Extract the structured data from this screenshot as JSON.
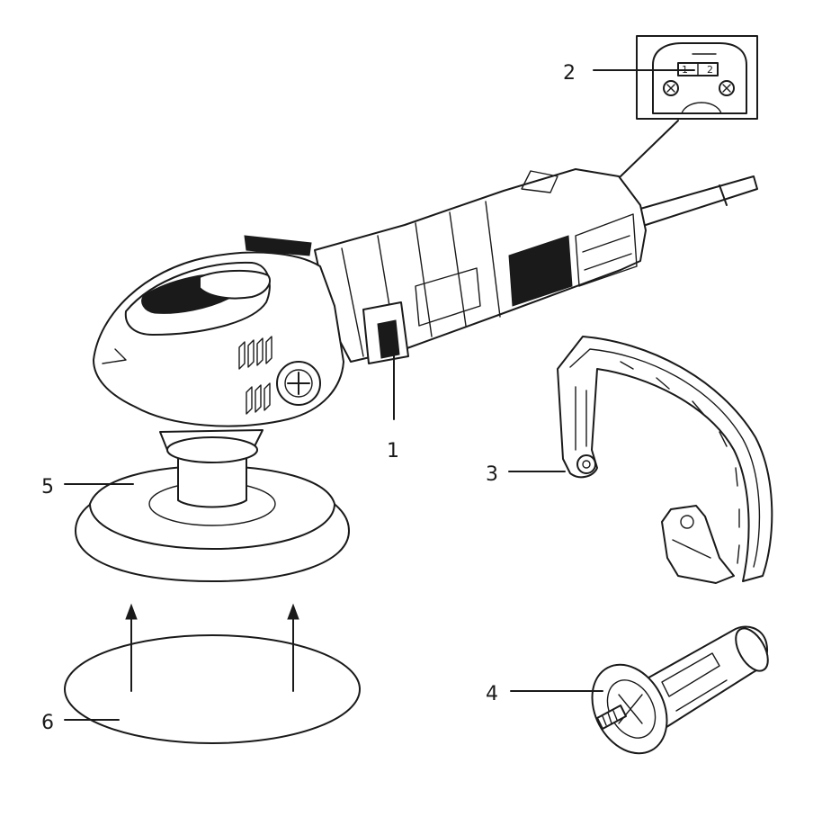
{
  "callouts": [
    {
      "id": "1",
      "text": "1"
    },
    {
      "id": "2",
      "text": "2"
    },
    {
      "id": "3",
      "text": "3"
    },
    {
      "id": "4",
      "text": "4"
    },
    {
      "id": "5",
      "text": "5"
    },
    {
      "id": "6",
      "text": "6"
    }
  ],
  "speed_switch": {
    "pos1": "1",
    "pos2": "2"
  },
  "icons": {
    "polisher": "polisher-tool-icon",
    "handle": "d-handle-icon",
    "side_handle": "side-handle-icon",
    "pad": "backing-pad-icon",
    "disc": "polishing-disc-icon",
    "arrow": "arrow-up-icon"
  }
}
